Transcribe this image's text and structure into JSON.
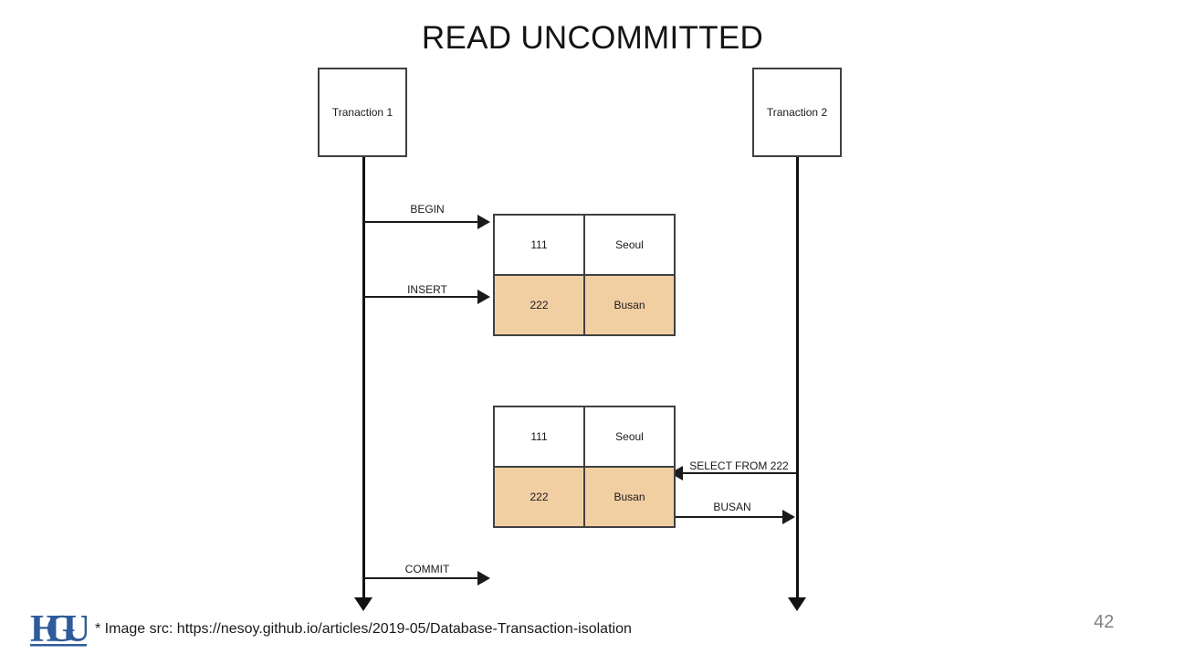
{
  "slide": {
    "title": "READ UNCOMMITTED",
    "page_number": "42",
    "footer_note": "* Image src: https://nesoy.github.io/articles/2019-05/Database-Transaction-isolation",
    "logo_text": "HGU",
    "colors": {
      "dirty_row_fill": "#f2cfa3",
      "border": "#404040",
      "line": "#1a1a1a",
      "logo_blue": "#2e5c9a",
      "page_number_gray": "#808080"
    }
  },
  "diagram": {
    "type": "sequence-diagram",
    "actors": [
      {
        "id": "txn1",
        "label": "Tranaction 1"
      },
      {
        "id": "txn2",
        "label": "Tranaction 2"
      }
    ],
    "messages": [
      {
        "id": "begin",
        "label": "BEGIN",
        "from": "txn1",
        "to": "table1",
        "direction": "right"
      },
      {
        "id": "insert",
        "label": "INSERT",
        "from": "txn1",
        "to": "table1",
        "direction": "right"
      },
      {
        "id": "select",
        "label": "SELECT FROM 222",
        "from": "txn2",
        "to": "table2",
        "direction": "left"
      },
      {
        "id": "busan",
        "label": "BUSAN",
        "from": "table2",
        "to": "txn2",
        "direction": "right"
      },
      {
        "id": "commit",
        "label": "COMMIT",
        "from": "txn1",
        "to": "table1",
        "direction": "right"
      }
    ],
    "tables": [
      {
        "id": "table1",
        "rows": [
          {
            "id": "111",
            "city": "Seoul",
            "state": "committed"
          },
          {
            "id": "222",
            "city": "Busan",
            "state": "uncommitted"
          }
        ]
      },
      {
        "id": "table2",
        "rows": [
          {
            "id": "111",
            "city": "Seoul",
            "state": "committed"
          },
          {
            "id": "222",
            "city": "Busan",
            "state": "uncommitted"
          }
        ]
      }
    ]
  }
}
